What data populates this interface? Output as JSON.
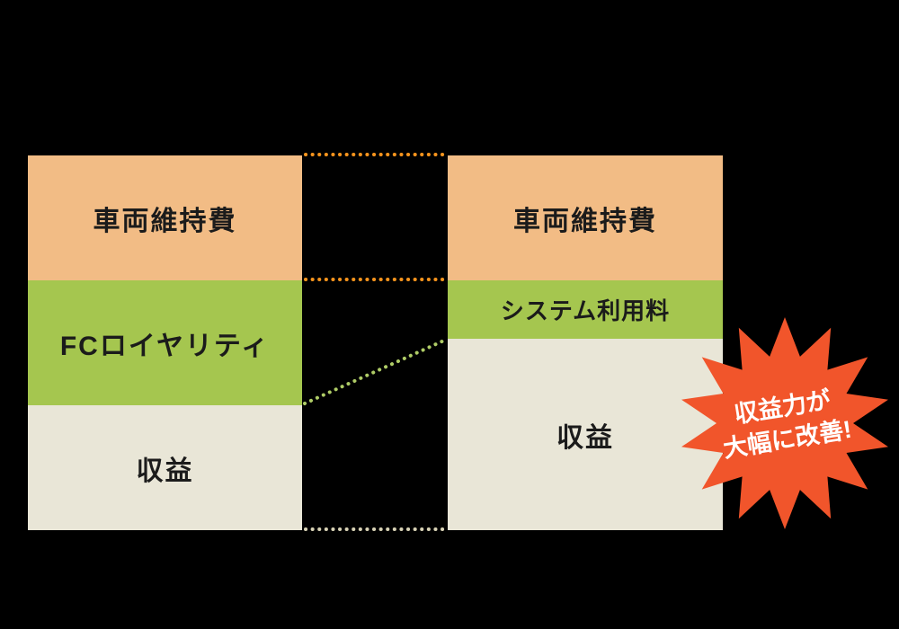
{
  "colors": {
    "background": "#000000",
    "block_orange": "#F2BC85",
    "block_green": "#A5C64F",
    "block_beige": "#E9E6D7",
    "dot_orange": "#F7941D",
    "dot_green": "#AFCC66",
    "dot_tan": "#D8D2B5",
    "burst_orange": "#F1552B",
    "burst_text": "#FFFFFF",
    "label_text": "#1B1B1B"
  },
  "diagram": {
    "left_column": {
      "segments": [
        {
          "label": "車両維持費",
          "height_pct": 33
        },
        {
          "label": "FCロイヤリティ",
          "height_pct": 33
        },
        {
          "label": "収益",
          "height_pct": 33
        }
      ]
    },
    "right_column": {
      "segments": [
        {
          "label": "車両維持費",
          "height_pct": 33
        },
        {
          "label": "システム利用料",
          "height_pct": 16
        },
        {
          "label": "収益",
          "height_pct": 51
        }
      ]
    },
    "badge": {
      "line1": "収益力が",
      "line2": "大幅に改善!"
    }
  }
}
